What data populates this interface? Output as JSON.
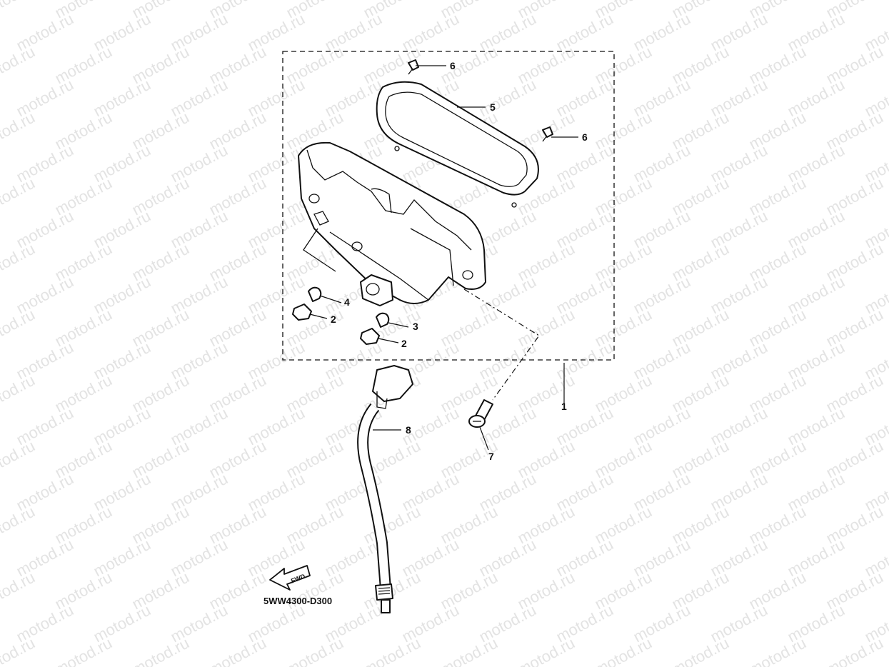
{
  "watermark": "motod.ru",
  "diagram_code": "5WW4300-D300",
  "fwd_label": "FWD",
  "callouts": [
    "6",
    "5",
    "6",
    "4",
    "2",
    "3",
    "2",
    "1",
    "8",
    "7"
  ]
}
